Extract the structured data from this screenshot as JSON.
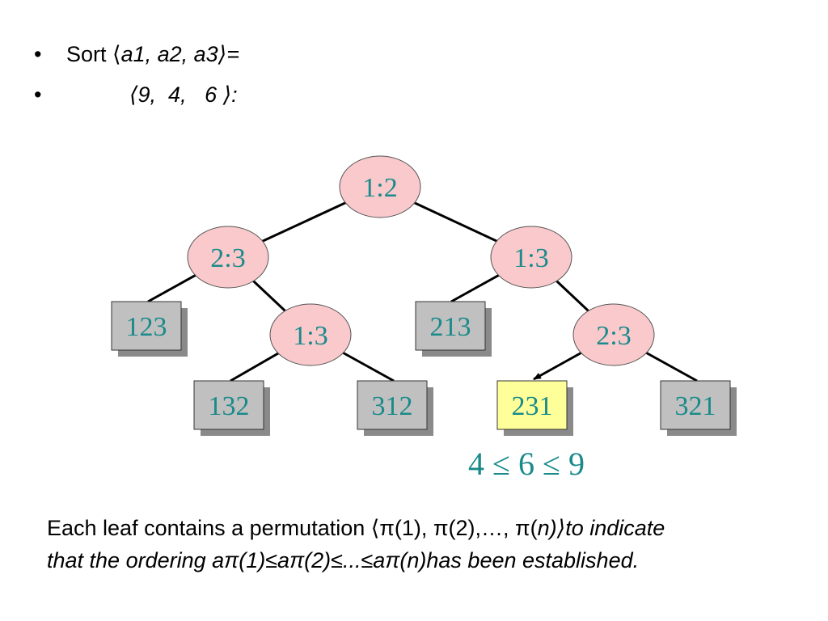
{
  "bullets": [
    {
      "marker": "•",
      "parts": [
        {
          "text": "Sort ⟨",
          "italic": false
        },
        {
          "text": "a1, a2, a3⟩=",
          "italic": true
        }
      ]
    },
    {
      "marker": "•",
      "parts": [
        {
          "text": "⟨9,  4,   6 ⟩:",
          "italic": true
        }
      ]
    }
  ],
  "tree": {
    "colors": {
      "internal_fill": "#f9c9cc",
      "leaf_fill": "#c0c0c0",
      "highlight_fill": "#ffff99",
      "label": "#1a8a8a",
      "edge": "#000000",
      "shadow": "#8a8a8a"
    },
    "internal_nodes": [
      {
        "id": "n-root",
        "label": "1:2"
      },
      {
        "id": "n-l",
        "label": "2:3"
      },
      {
        "id": "n-r",
        "label": "1:3"
      },
      {
        "id": "n-lr",
        "label": "1:3"
      },
      {
        "id": "n-rr",
        "label": "2:3"
      }
    ],
    "leaves": [
      {
        "id": "leaf-123",
        "label": "123",
        "highlight": false
      },
      {
        "id": "leaf-132",
        "label": "132",
        "highlight": false
      },
      {
        "id": "leaf-312",
        "label": "312",
        "highlight": false
      },
      {
        "id": "leaf-213",
        "label": "213",
        "highlight": false
      },
      {
        "id": "leaf-231",
        "label": "231",
        "highlight": true
      },
      {
        "id": "leaf-321",
        "label": "321",
        "highlight": false
      }
    ],
    "result": "4 ≤ 6 ≤ 9"
  },
  "caption": {
    "line1": [
      {
        "text": "Each leaf contains a permutation ⟨π(1), π(2),…, π(",
        "italic": false
      },
      {
        "text": "n)⟩to indicate",
        "italic": true
      }
    ],
    "line2": [
      {
        "text": "that the ordering aπ(1)≤aπ(2)≤...≤aπ(n)has been established.",
        "italic": true
      }
    ]
  }
}
